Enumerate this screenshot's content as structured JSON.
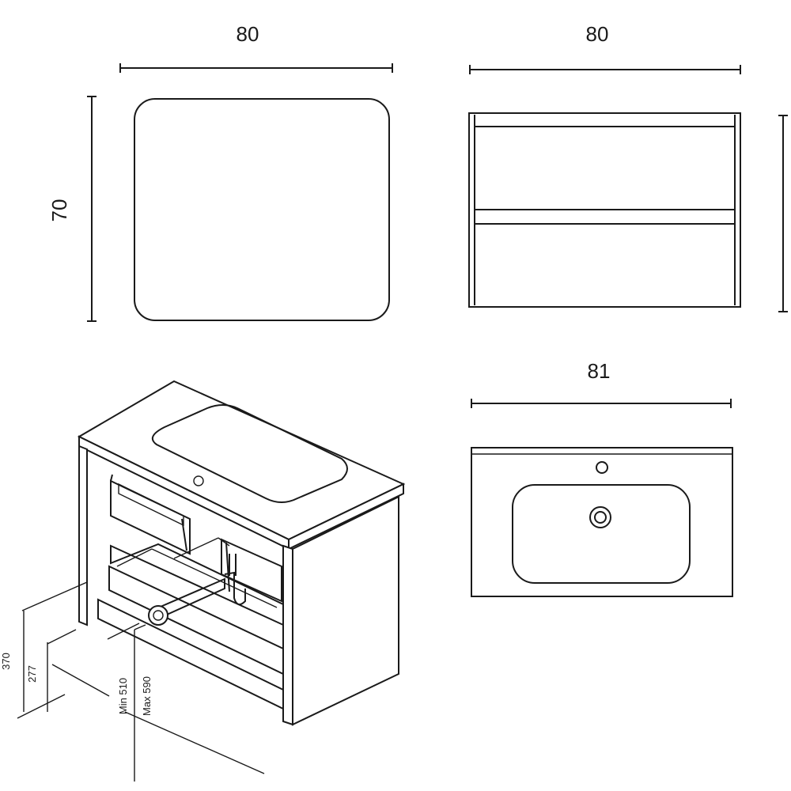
{
  "top_view": {
    "width_label": "80",
    "depth_label": "70"
  },
  "front_view": {
    "width_label": "80"
  },
  "basin_top": {
    "width_label": "81"
  },
  "install": {
    "height_a": "370",
    "height_b": "277",
    "min_label": "Min 510",
    "max_label": "Max 590"
  }
}
